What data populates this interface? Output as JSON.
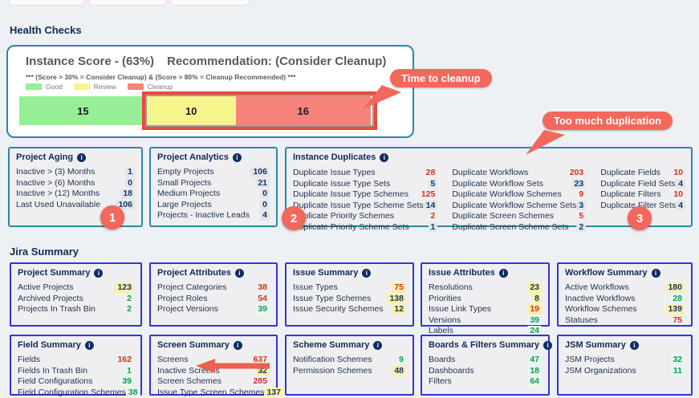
{
  "icons": {
    "info": "i"
  },
  "colors": {
    "accent_salmon": "#f2685c",
    "teal_border": "#2e86a8",
    "blue_border": "#3434d6",
    "red_value": "#d6301c",
    "green_value": "#0f9c55",
    "yellow_chip": "#fcf0ab",
    "gray_chip": "#e3e5e9",
    "bar_good": "#96ef96",
    "bar_review": "#f6f58d",
    "bar_cleanup": "#f5837a"
  },
  "headings": {
    "health_checks": "Health Checks",
    "jira_summary": "Jira Summary"
  },
  "score_card": {
    "title": "Instance Score - (63%)",
    "recommendation": "Recommendation: (Consider Cleanup)",
    "note": "*** (Score > 30% = Consider Cleanup) & (Score > 80% = Cleanup Recommended) ***",
    "legend": [
      {
        "label": "Good"
      },
      {
        "label": "Review"
      },
      {
        "label": "Cleanup"
      }
    ]
  },
  "chart_data": {
    "type": "bar",
    "title": "Instance Score - (63%)",
    "categories": [
      "Good",
      "Review",
      "Cleanup"
    ],
    "values": [
      15,
      10,
      16
    ],
    "colors": [
      "#96ef96",
      "#f6f58d",
      "#f5837a"
    ],
    "legend_position": "top-left",
    "annotations": [
      "Red box highlights Review + Cleanup segments",
      "Callout: Time to cleanup"
    ]
  },
  "callouts": {
    "cleanup": "Time to cleanup",
    "duplication": "Too much duplication"
  },
  "markers": {
    "one": "1",
    "two": "2",
    "three": "3"
  },
  "health_panels": [
    {
      "title": "Project Aging",
      "rows": [
        {
          "label": "Inactive > (3) Months",
          "value": "1",
          "status": "gray"
        },
        {
          "label": "Inactive > (6) Months",
          "value": "0",
          "status": "gray"
        },
        {
          "label": "Inactive > (12) Months",
          "value": "18",
          "status": "gray"
        },
        {
          "label": "Last Used Unavailable",
          "value": "106",
          "status": "gray"
        }
      ]
    },
    {
      "title": "Project Analytics",
      "rows": [
        {
          "label": "Empty Projects",
          "value": "106",
          "status": "gray"
        },
        {
          "label": "Small Projects",
          "value": "21",
          "status": "gray"
        },
        {
          "label": "Medium Projects",
          "value": "0",
          "status": "gray"
        },
        {
          "label": "Large Projects",
          "value": "0",
          "status": "gray"
        },
        {
          "label": "Projects - Inactive Leads",
          "value": "4",
          "status": "gray"
        }
      ]
    },
    {
      "title": "Instance Duplicates",
      "columns": [
        [
          {
            "label": "Duplicate Issue Types",
            "value": "28",
            "status": "red"
          },
          {
            "label": "Duplicate Issue Type Sets",
            "value": "5",
            "status": "gray"
          },
          {
            "label": "Duplicate Issue Type Schemes",
            "value": "125",
            "status": "red"
          },
          {
            "label": "Duplicate Issue Type Scheme Sets",
            "value": "14",
            "status": "gray"
          },
          {
            "label": "Duplicate Priority Schemes",
            "value": "2",
            "status": "red"
          },
          {
            "label": "Duplicate Priority Scheme Sets",
            "value": "1",
            "status": "gray"
          }
        ],
        [
          {
            "label": "Duplicate Workflows",
            "value": "203",
            "status": "red"
          },
          {
            "label": "Duplicate Workflow Sets",
            "value": "23",
            "status": "gray"
          },
          {
            "label": "Duplicate Workflow Schemes",
            "value": "9",
            "status": "red"
          },
          {
            "label": "Duplicate Workflow Scheme Sets",
            "value": "3",
            "status": "gray"
          },
          {
            "label": "Duplicate Screen Schemes",
            "value": "5",
            "status": "red"
          },
          {
            "label": "Duplicate Screen Scheme Sets",
            "value": "2",
            "status": "gray"
          }
        ],
        [
          {
            "label": "Duplicate Fields",
            "value": "10",
            "status": "red"
          },
          {
            "label": "Duplicate Field Sets",
            "value": "4",
            "status": "gray"
          },
          {
            "label": "Duplicate Filters",
            "value": "10",
            "status": "red"
          },
          {
            "label": "Duplicate Filter Sets",
            "value": "4",
            "status": "gray"
          }
        ]
      ]
    }
  ],
  "jira_row1": [
    {
      "title": "Project Summary",
      "rows": [
        {
          "label": "Active Projects",
          "value": "123",
          "status": "yellow"
        },
        {
          "label": "Archived Projects",
          "value": "2",
          "status": "green"
        },
        {
          "label": "Projects In Trash Bin",
          "value": "2",
          "status": "green"
        }
      ]
    },
    {
      "title": "Project Attributes",
      "rows": [
        {
          "label": "Project Categories",
          "value": "38",
          "status": "red"
        },
        {
          "label": "Project Roles",
          "value": "54",
          "status": "red"
        },
        {
          "label": "Project Versions",
          "value": "39",
          "status": "green"
        }
      ]
    },
    {
      "title": "Issue Summary",
      "rows": [
        {
          "label": "Issue Types",
          "value": "75",
          "status": "yellow-red"
        },
        {
          "label": "Issue Type Schemes",
          "value": "138",
          "status": "yellow"
        },
        {
          "label": "Issue Security Schemes",
          "value": "12",
          "status": "yellow"
        }
      ]
    },
    {
      "title": "Issue Attributes",
      "rows": [
        {
          "label": "Resolutions",
          "value": "23",
          "status": "yellow"
        },
        {
          "label": "Priorities",
          "value": "8",
          "status": "yellow"
        },
        {
          "label": "Issue Link Types",
          "value": "19",
          "status": "yellow-red"
        },
        {
          "label": "Versions",
          "value": "39",
          "status": "green"
        },
        {
          "label": "Labels",
          "value": "24",
          "status": "green"
        }
      ]
    },
    {
      "title": "Workflow Summary",
      "rows": [
        {
          "label": "Active Workflows",
          "value": "180",
          "status": "yellow"
        },
        {
          "label": "Inactive Workflows",
          "value": "28",
          "status": "green"
        },
        {
          "label": "Workflow Schemes",
          "value": "139",
          "status": "yellow"
        },
        {
          "label": "Statuses",
          "value": "75",
          "status": "red"
        }
      ]
    }
  ],
  "jira_row2": [
    {
      "title": "Field Summary",
      "rows": [
        {
          "label": "Fields",
          "value": "162",
          "status": "red"
        },
        {
          "label": "Fields In Trash Bin",
          "value": "1",
          "status": "green"
        },
        {
          "label": "Field Configurations",
          "value": "39",
          "status": "green"
        },
        {
          "label": "Field Configuration Schemes",
          "value": "38",
          "status": "green"
        }
      ]
    },
    {
      "title": "Screen Summary",
      "rows": [
        {
          "label": "Screens",
          "value": "637",
          "status": "red"
        },
        {
          "label": "Inactive Screens",
          "value": "32",
          "status": "yellow"
        },
        {
          "label": "Screen Schemes",
          "value": "285",
          "status": "red"
        },
        {
          "label": "Issue Type Screen Schemes",
          "value": "137",
          "status": "yellow"
        }
      ]
    },
    {
      "title": "Scheme Summary",
      "rows": [
        {
          "label": "Notification Schemes",
          "value": "9",
          "status": "green"
        },
        {
          "label": "Permission Schemes",
          "value": "48",
          "status": "yellow"
        }
      ]
    },
    {
      "title": "Boards & Filters Summary",
      "rows": [
        {
          "label": "Boards",
          "value": "47",
          "status": "green"
        },
        {
          "label": "Dashboards",
          "value": "18",
          "status": "green"
        },
        {
          "label": "Filters",
          "value": "64",
          "status": "green"
        }
      ]
    },
    {
      "title": "JSM Summary",
      "rows": [
        {
          "label": "JSM Projects",
          "value": "32",
          "status": "green"
        },
        {
          "label": "JSM Organizations",
          "value": "11",
          "status": "green"
        }
      ]
    }
  ]
}
